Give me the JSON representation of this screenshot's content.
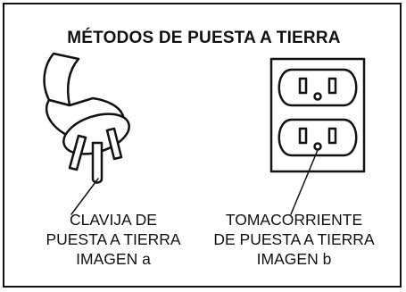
{
  "title": "MÉTODOS DE PUESTA A TIERRA",
  "figure_a": {
    "lines": [
      "CLAVIJA DE",
      "PUESTA A TIERRA",
      "IMAGEN a"
    ],
    "icon": "grounding-plug-icon"
  },
  "figure_b": {
    "lines": [
      "TOMACORRIENTE",
      "DE PUESTA A TIERRA",
      "IMAGEN b"
    ],
    "icon": "grounded-outlet-icon"
  },
  "colors": {
    "ink": "#111111",
    "background": "#ffffff"
  }
}
